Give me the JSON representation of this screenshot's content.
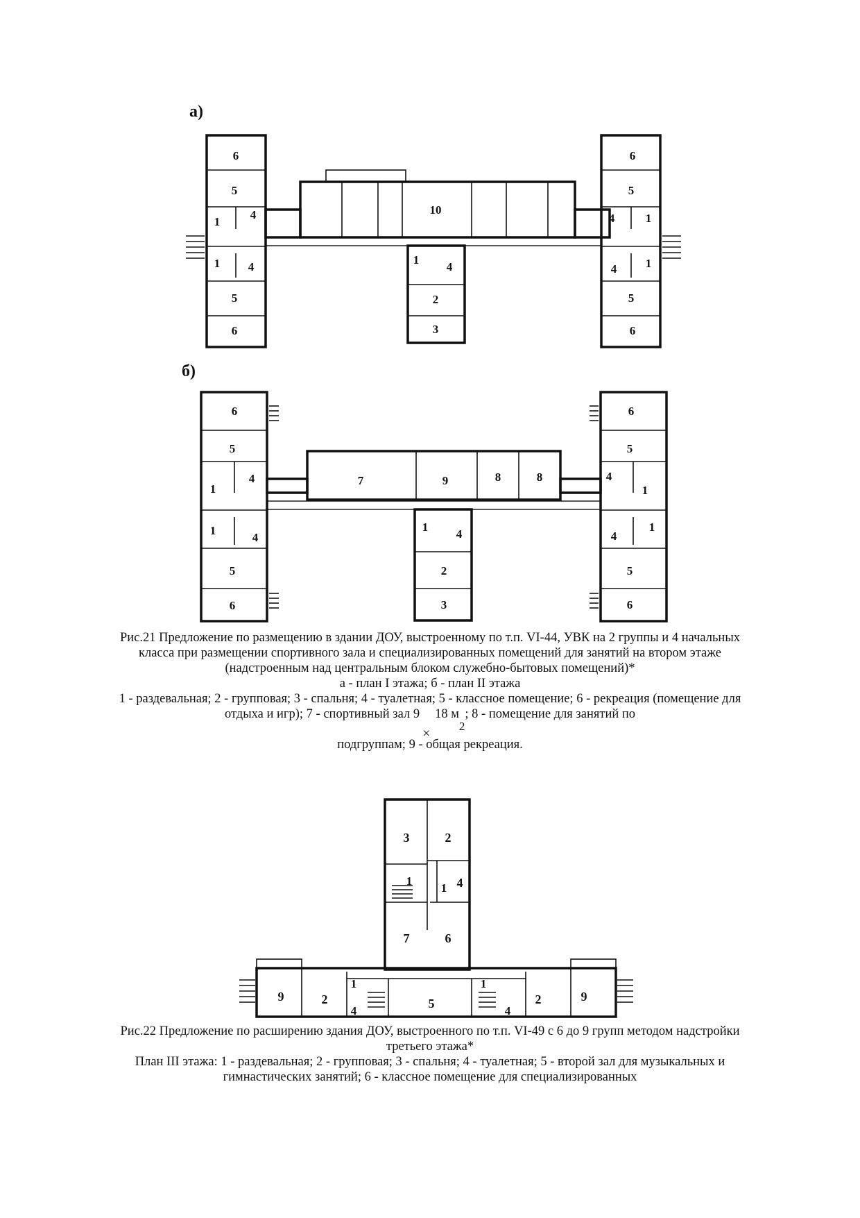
{
  "plan_a": {
    "label": "а)",
    "rooms": [
      "6",
      "5",
      "1",
      "4",
      "1",
      "4",
      "5",
      "6",
      "10",
      "1",
      "4",
      "2",
      "3",
      "6",
      "5",
      "4",
      "1",
      "4",
      "1",
      "5",
      "6"
    ]
  },
  "plan_b": {
    "label": "б)",
    "rooms": [
      "6",
      "5",
      "1",
      "4",
      "1",
      "4",
      "5",
      "6",
      "7",
      "9",
      "8",
      "8",
      "1",
      "4",
      "2",
      "3",
      "6",
      "5",
      "4",
      "1",
      "1",
      "4",
      "5",
      "6"
    ]
  },
  "fig21": {
    "title": "Рис.21 Предложение по размещению в здании ДОУ, выстроенному по т.п. VI-44, УВК на 2 группы и 4 начальных класса при размещении спортивного зала и специализированных помещений для занятий на втором этаже (надстроенным над центральным блоком служебно-бытовых помещений)*",
    "subtitle": "а - план I этажа; б - план II этажа",
    "legend_1": "1 - раздевальная; 2 - групповая; 3 - спальня; 4 - туалетная; 5 - классное помещение; 6 - рекреация (помещение для отдыха и игр); 7 - спортивный зал 9",
    "dim_cross": "×",
    "legend_2": "18 м",
    "dim_sup": "2",
    "legend_3": "; 8 - помещение для занятий по",
    "legend_4": "подгруппам; 9 - общая рекреация."
  },
  "plan_c": {
    "rooms": [
      "3",
      "2",
      "1",
      "1",
      "4",
      "7",
      "6",
      "9",
      "2",
      "1",
      "4",
      "5",
      "1",
      "4",
      "2",
      "9"
    ]
  },
  "fig22": {
    "title": "Рис.22 Предложение по расширению здания ДОУ, выстроенного по т.п. VI-49 с 6 до 9 групп методом надстройки третьего этажа*",
    "legend": "План III этажа: 1 - раздевальная; 2 - групповая; 3 - спальня; 4 - туалетная; 5 - второй зал для музыкальных и гимнастических занятий; 6 - классное помещение для специализированных"
  }
}
